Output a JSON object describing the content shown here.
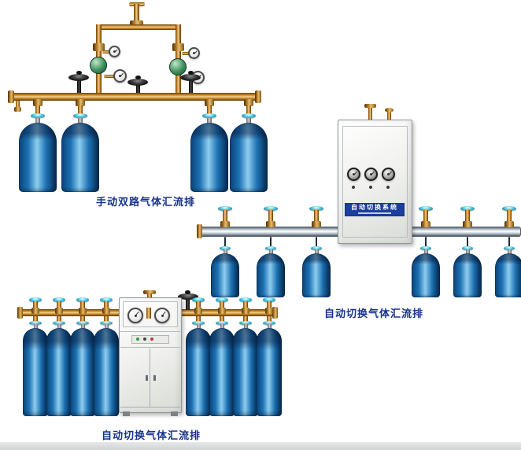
{
  "figures": [
    {
      "name": "manual-dual-manifold",
      "label": "手动双路气体汇流排",
      "cylinders": 4
    },
    {
      "name": "auto-switch-manifold",
      "label": "自动切换气体汇流排",
      "cylinders": 6,
      "cabinet": {
        "plate_text": "自动切换系统"
      }
    },
    {
      "name": "auto-switch-double-bank-manifold",
      "label": "自动切换气体汇流排",
      "cylinders": 8
    }
  ],
  "colors": {
    "background": "#ffffff",
    "cylinder_blue": "#1d72b4",
    "brass_pipe": "#c8872e",
    "silver_pipe": "#cfd9e0",
    "handwheel_cyan": "#49b9cf",
    "handwheel_black": "#1a1a1a",
    "label_text": "#16338e",
    "nameplate_blue": "#1b3f9e"
  }
}
